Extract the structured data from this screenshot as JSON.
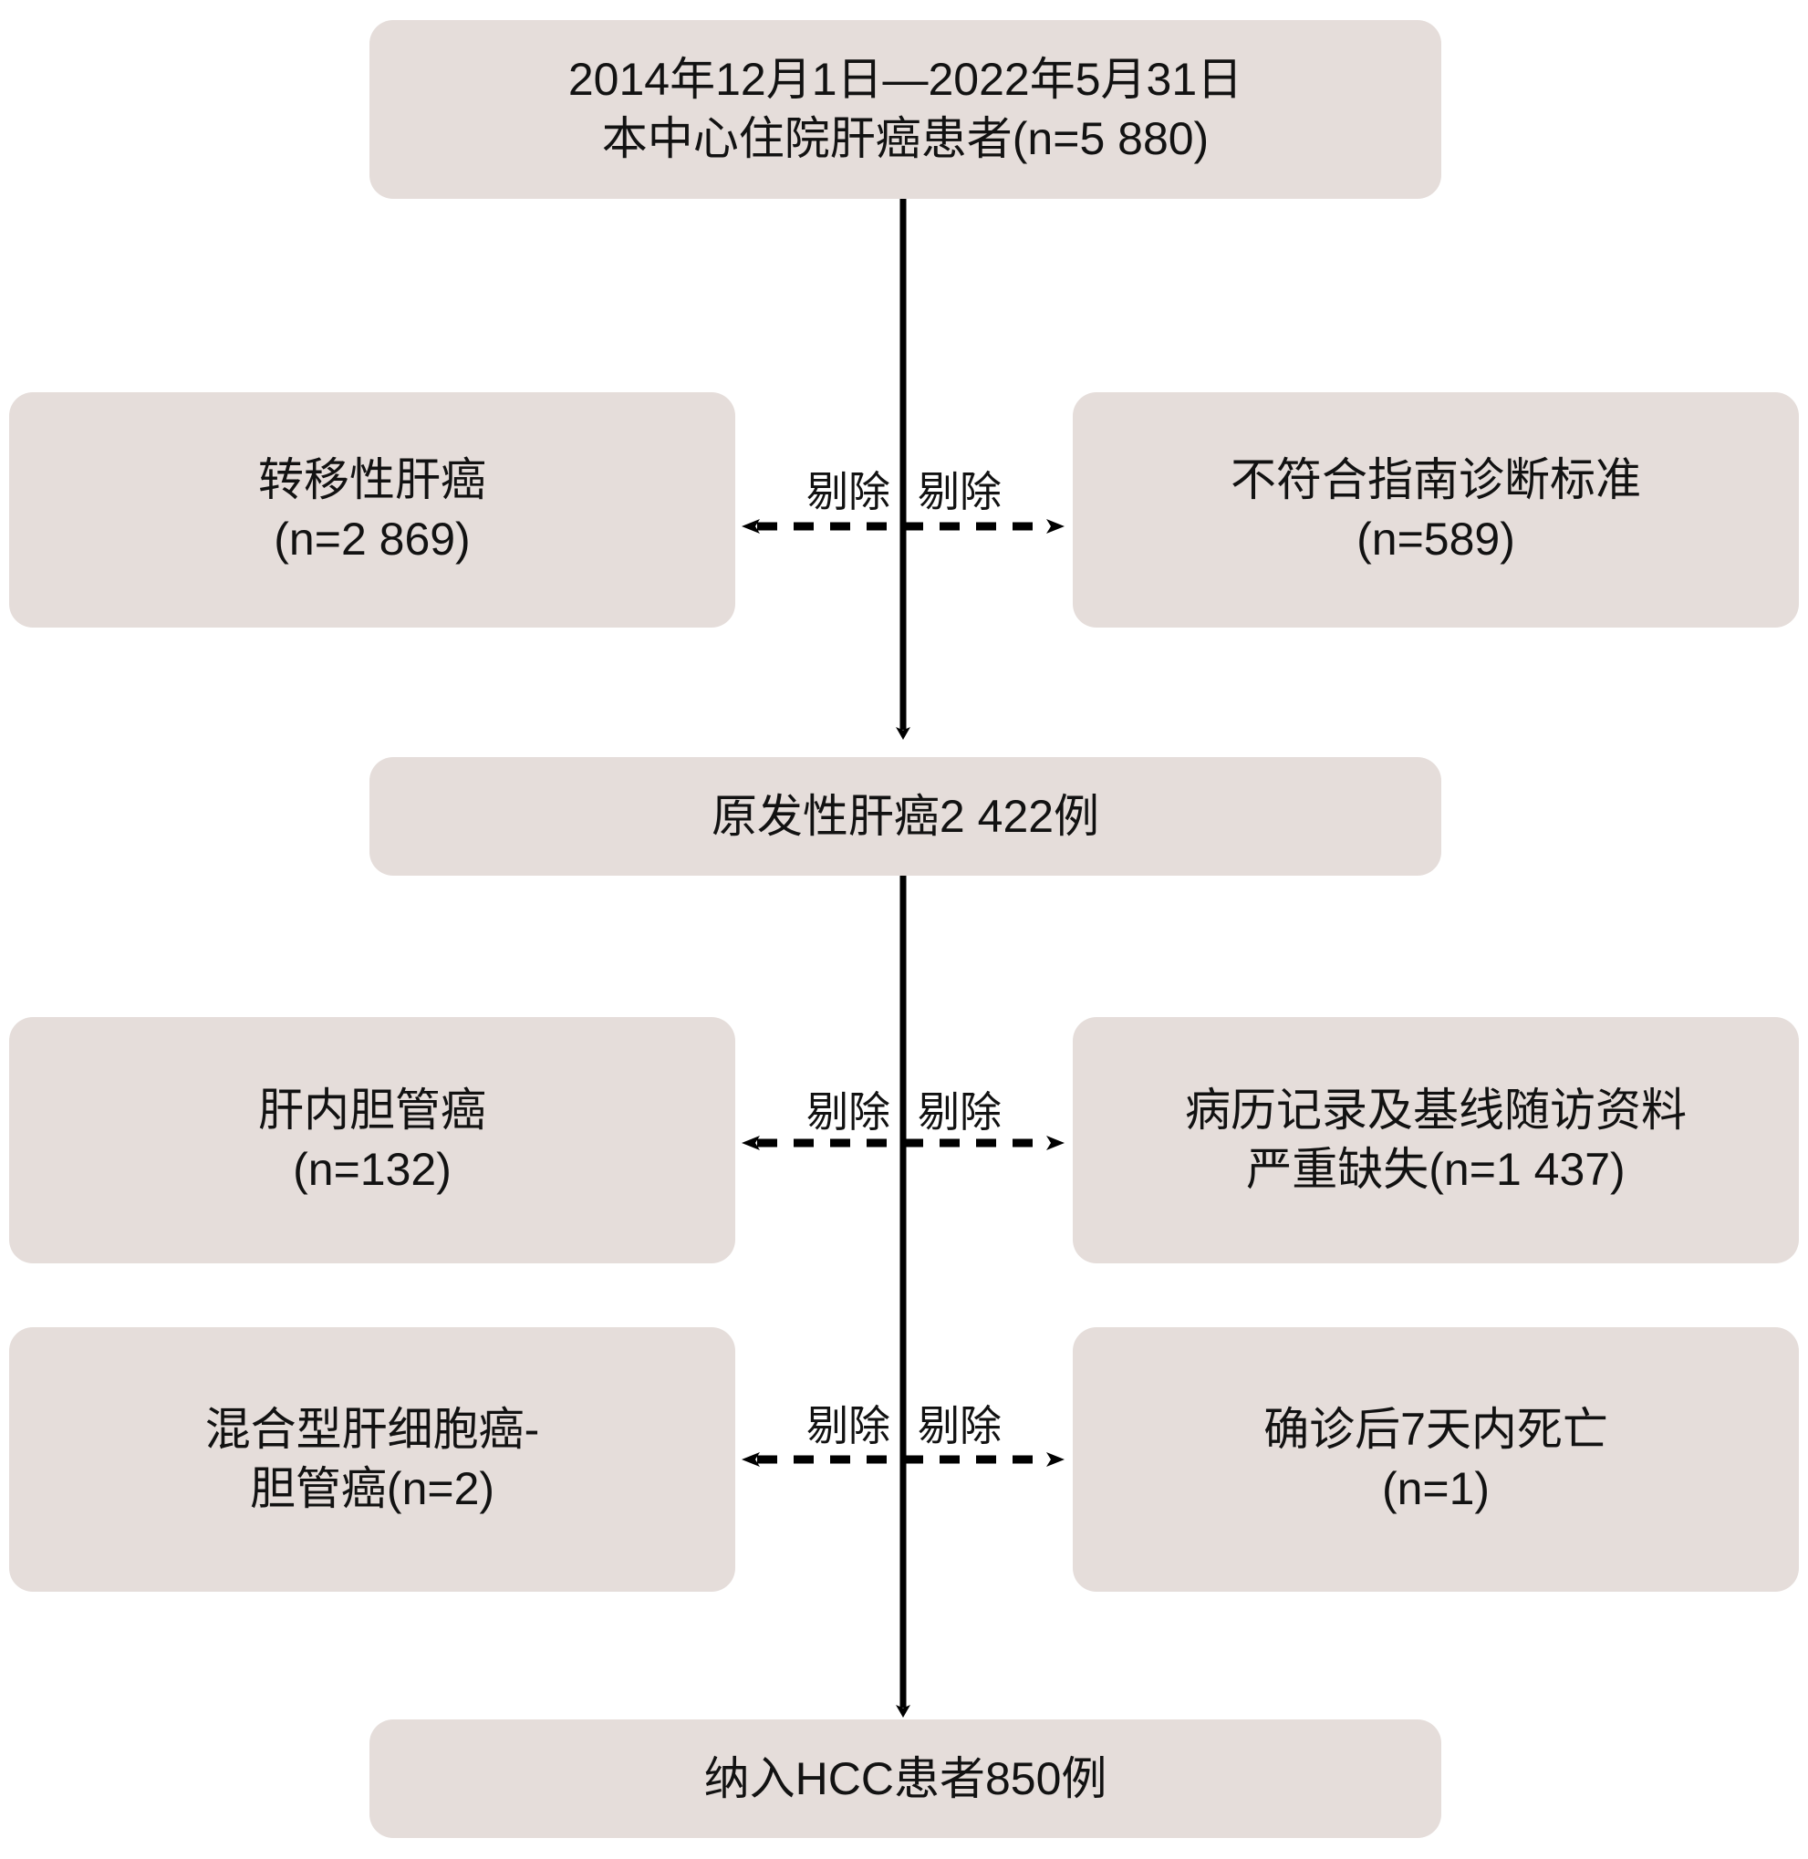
{
  "figure": {
    "type": "flowchart",
    "title": "HCC patient enrollment flow diagram",
    "colors": {
      "node_fill": "#E5DDDA",
      "text": "#121212",
      "connector": "#000000",
      "background": "#FFFFFF"
    }
  },
  "nodes": {
    "source": {
      "id": "source",
      "text": "2014年12月1日—2022年5月31日\n本中心住院肝癌患者(n=5 880)",
      "line1": "2014年12月1日—2022年5月31日",
      "line2": "本中心住院肝癌患者(n=5 880)",
      "n": 5880
    },
    "excluded_metastatic": {
      "id": "excluded-metastatic",
      "text": "转移性肝癌\n(n=2 869)",
      "line1": "转移性肝癌",
      "line2": "(n=2 869)",
      "n": 2869
    },
    "excluded_criteria": {
      "id": "excluded-criteria",
      "text": "不符合指南诊断标准\n(n=589)",
      "line1": "不符合指南诊断标准",
      "line2": "(n=589)",
      "n": 589
    },
    "primary": {
      "id": "primary-liver-cancer",
      "text": "原发性肝癌2 422例",
      "n": 2422
    },
    "excluded_icc": {
      "id": "excluded-intrahepatic-cholangiocarcinoma",
      "text": "肝内胆管癌\n(n=132)",
      "line1": "肝内胆管癌",
      "line2": "(n=132)",
      "n": 132
    },
    "excluded_records": {
      "id": "excluded-missing-records",
      "text": "病历记录及基线随访资料\n严重缺失(n=1 437)",
      "line1": "病历记录及基线随访资料",
      "line2": "严重缺失(n=1 437)",
      "n": 1437
    },
    "excluded_mixed": {
      "id": "excluded-mixed-hcc-cca",
      "text": "混合型肝细胞癌-\n胆管癌(n=2)",
      "line1": "混合型肝细胞癌-",
      "line2": "胆管癌(n=2)",
      "n": 2
    },
    "excluded_death": {
      "id": "excluded-early-death",
      "text": "确诊后7天内死亡\n(n=1)",
      "line1": "确诊后7天内死亡",
      "line2": "(n=1)",
      "n": 1
    },
    "included": {
      "id": "included-hcc",
      "text": "纳入HCC患者850例",
      "n": 850
    }
  },
  "connectors": {
    "exclusion_label": "剔除",
    "rows": [
      {
        "row": 1,
        "left_label": "剔除",
        "right_label": "剔除"
      },
      {
        "row": 2,
        "left_label": "剔除",
        "right_label": "剔除"
      },
      {
        "row": 3,
        "left_label": "剔除",
        "right_label": "剔除"
      }
    ]
  }
}
